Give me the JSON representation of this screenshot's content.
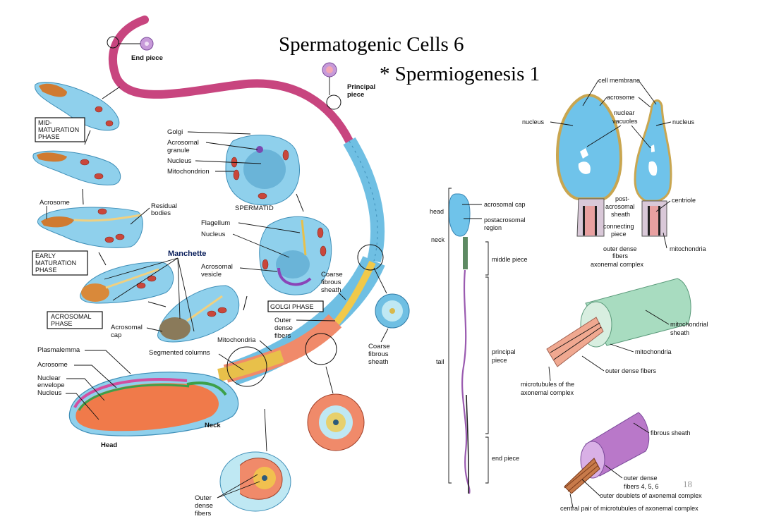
{
  "slide": {
    "title": "Spermatogenic Cells 6",
    "subtitle": "* Spermiogenesis 1",
    "page_number": "18"
  },
  "left_figure": {
    "phases": {
      "mid_maturation": [
        "MID-",
        "MATURATION",
        "PHASE"
      ],
      "early_maturation": [
        "EARLY",
        "MATURATION",
        "PHASE"
      ],
      "acrosomal": [
        "ACROSOMAL",
        "PHASE"
      ],
      "golgi": "GOLGI PHASE"
    },
    "spermatid": {
      "caption": "SPERMATID",
      "labels": [
        "Golgi",
        "Acrosomal",
        "granule",
        "Nucleus",
        "Mitochondrion"
      ]
    },
    "golgi_cell": {
      "labels": [
        "Flagellum",
        "Nucleus",
        "Acrosomal",
        "vesicle"
      ]
    },
    "tail_labels": {
      "end_piece": "End piece",
      "principal_piece": [
        "Principal",
        "piece"
      ],
      "coarse_fibrous_sheath_1": [
        "Coarse",
        "fibrous",
        "sheath"
      ],
      "coarse_fibrous_sheath_2": [
        "Coarse",
        "fibrous",
        "sheath"
      ],
      "outer_dense_fibers_1": [
        "Outer",
        "dense",
        "fibers"
      ],
      "outer_dense_fibers_2": [
        "Outer",
        "dense",
        "fibers"
      ],
      "mitochondria": "Mitochondria",
      "segmented_columns": "Segmented columns",
      "neck": "Neck",
      "head": "Head"
    },
    "cell_labels": {
      "acrosome_top": "Acrosome",
      "residual_bodies": [
        "Residual",
        "bodies"
      ],
      "manchette": "Manchette",
      "acrosomal_cap": [
        "Acrosomal",
        "cap"
      ]
    },
    "head_labels": [
      "Plasmalemma",
      "Acrosome",
      "Nuclear",
      "envelope",
      "Nucleus"
    ]
  },
  "middle_figure": {
    "labels": {
      "head": "head",
      "neck": "neck",
      "tail": "tail",
      "acrosomal_cap": "acrosomal cap",
      "postacrosomal": [
        "postacrosomal",
        "region"
      ],
      "middle_piece": "middle piece",
      "principal_piece": [
        "principal",
        "piece"
      ],
      "end_piece": "end piece"
    }
  },
  "right_figure": {
    "heads": {
      "cell_membrane": "cell membrane",
      "acrosome": "acrosome",
      "nuclear_vacuoles": [
        "nuclear",
        "vacuoles"
      ],
      "nucleus_left": "nucleus",
      "nucleus_right": "nucleus",
      "post_acrosomal": [
        "post-",
        "acrosomal",
        "sheath"
      ],
      "centriole": "centriole",
      "connecting_piece": [
        "connecting",
        "piece"
      ],
      "outer_dense_fibers": [
        "outer dense",
        "fibers"
      ],
      "mitochondria": "mitochondria",
      "axonemal_complex": "axonemal complex"
    },
    "middle_piece": {
      "mitochondrial_sheath": [
        "mitochondrial",
        "sheath"
      ],
      "mitochondria": "mitochondria",
      "outer_dense_fibers": "outer dense fibers",
      "microtubules": [
        "microtubules of the",
        "axonemal complex"
      ]
    },
    "principal_piece": {
      "fibrous_sheath": "fibrous sheath",
      "outer_dense_fibers": [
        "outer dense",
        "fibers 4, 5, 6"
      ],
      "outer_doublets": "outer doublets of axonemal complex",
      "central_pair": "central pair of microtubules of axonemal complex"
    }
  },
  "colors": {
    "cytoplasm_blue": "#7cc7e6",
    "tail_pink": "#c8457f",
    "nucleus_orange": "#f07a4a",
    "mitochondria_red": "#c9473b",
    "fiber_yellow": "#f1c94a",
    "sheath_green": "#a8dcc0",
    "fibrous_purple": "#b978c9",
    "diagram_blue": "#6fc3ea"
  }
}
